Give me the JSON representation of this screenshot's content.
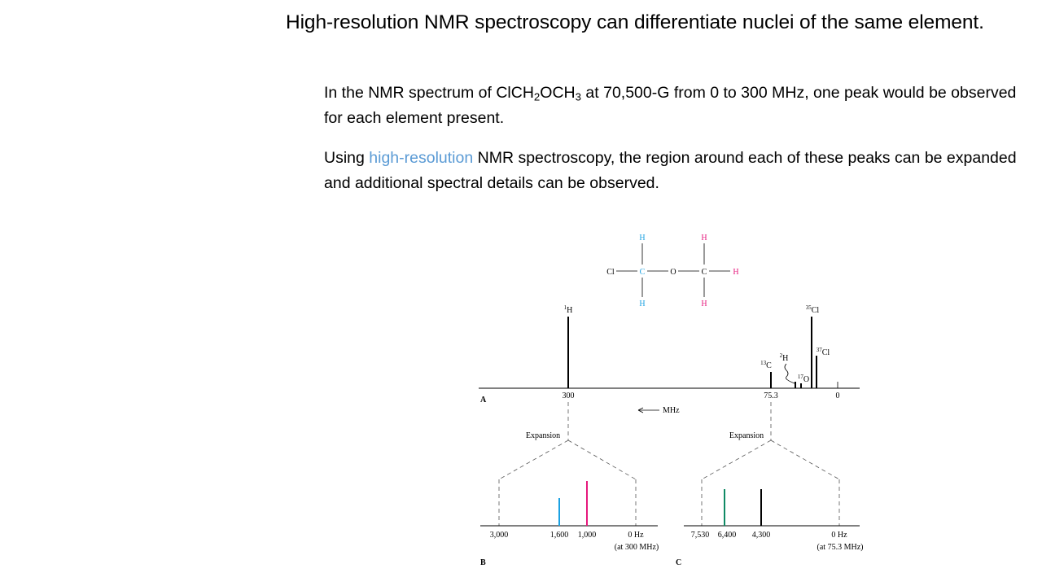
{
  "slide": {
    "title": "High-resolution NMR spectroscopy can differentiate nuclei of the same element.",
    "paragraph_1": {
      "pre": "In the NMR spectrum of ClCH",
      "sub_1": "2",
      "mid": "OCH",
      "sub_2": "3",
      "post": " at 70,500-G from 0 to 300 MHz, one peak would be observed for each element present."
    },
    "paragraph_2": {
      "pre": "Using ",
      "highlight": "high-resolution",
      "post": " NMR spectroscopy, the region around each of these peaks can be expanded and additional spectral details can be observed."
    }
  },
  "figure": {
    "colors": {
      "h_cyan": "#1ba1e2",
      "h_magenta": "#e6197d",
      "c13_green": "#0f8a64",
      "ink": "#000000",
      "dash": "#555555"
    },
    "molecule": {
      "cl": "Cl",
      "c1": "C",
      "o": "O",
      "c2": "C",
      "h_right": "H",
      "h_top_1": "H",
      "h_bottom_1": "H",
      "h_top_2": "H",
      "h_bottom_2": "H"
    },
    "panel_a": {
      "letter": "A",
      "peak_1h": {
        "mass": "1",
        "symbol": "H"
      },
      "peak_13c": {
        "mass": "13",
        "symbol": "C"
      },
      "peak_2h": {
        "mass": "2",
        "symbol": "H"
      },
      "peak_17o": {
        "mass": "17",
        "symbol": "O"
      },
      "peak_35cl": {
        "mass": "35",
        "symbol": "Cl"
      },
      "peak_37cl": {
        "mass": "37",
        "symbol": "Cl"
      },
      "tick_300": "300",
      "tick_75_3": "75.3",
      "tick_0": "0",
      "direction_label": "MHz",
      "expansion_left": "Expansion",
      "expansion_right": "Expansion"
    },
    "panel_b": {
      "letter": "B",
      "ticks": [
        "3,000",
        "1,600",
        "1,000",
        "0 Hz"
      ],
      "note": "(at 300 MHz)",
      "peaks": [
        {
          "hz": 1600,
          "color": "h_cyan"
        },
        {
          "hz": 1000,
          "color": "h_magenta"
        }
      ]
    },
    "panel_c": {
      "letter": "C",
      "ticks": [
        "7,530",
        "6,400",
        "4,300",
        "0 Hz"
      ],
      "note": "(at 75.3 MHz)",
      "peaks": [
        {
          "hz": 6400,
          "color": "c13_green"
        },
        {
          "hz": 4300,
          "color": "ink"
        }
      ]
    }
  }
}
